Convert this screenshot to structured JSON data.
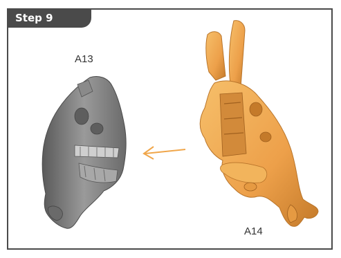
{
  "step": {
    "label": "Step 9"
  },
  "parts": {
    "left_label": "A13",
    "right_label": "A14"
  },
  "colors": {
    "frame": "#4a4a4a",
    "left_part": "#7a7a7a",
    "right_part": "#f0a64a",
    "arrow": "#f0a64a"
  }
}
